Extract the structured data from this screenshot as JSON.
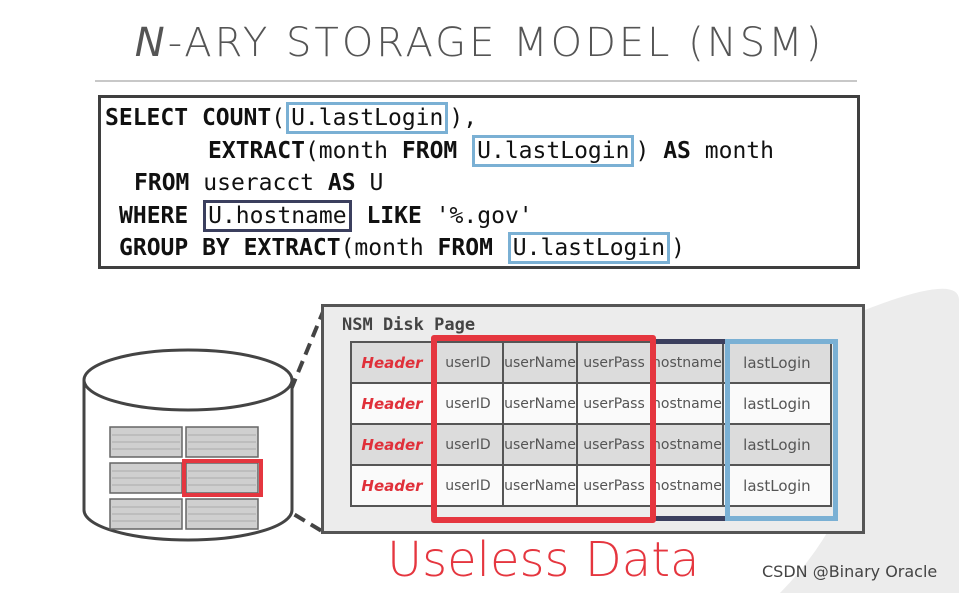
{
  "slide": {
    "title_prefix": "N",
    "title_rest": "-ARY STORAGE MODEL (NSM)"
  },
  "sql": {
    "kw_select": "SELECT",
    "kw_count": "COUNT",
    "t_lparen": "(",
    "hl_lastlogin": "U.lastLogin",
    "t_rparen_comma": "),",
    "kw_extract": "EXTRACT",
    "t_month_paren": "(month",
    "kw_from": "FROM",
    "t_rparen": ")",
    "kw_as": "AS",
    "t_month": "month",
    "t_useracct": "useracct",
    "t_u": "U",
    "kw_where": "WHERE",
    "hl_hostname": "U.hostname",
    "kw_like": "LIKE",
    "t_pattern": "'%.gov'",
    "kw_groupby": "GROUP BY"
  },
  "page": {
    "title": "NSM Disk Page",
    "rows": [
      {
        "header": "Header",
        "cells": [
          "userID",
          "userName",
          "userPass",
          "hostname",
          "lastLogin"
        ]
      },
      {
        "header": "Header",
        "cells": [
          "userID",
          "userName",
          "userPass",
          "hostname",
          "lastLogin"
        ]
      },
      {
        "header": "Header",
        "cells": [
          "userID",
          "userName",
          "userPass",
          "hostname",
          "lastLogin"
        ]
      },
      {
        "header": "Header",
        "cells": [
          "userID",
          "userName",
          "userPass",
          "hostname",
          "lastLogin"
        ]
      }
    ]
  },
  "callout": "Useless Data",
  "watermark": "CSDN @Binary Oracle",
  "colors": {
    "red": "#e5363f",
    "blue": "#7ab0d4",
    "navy": "#3b3f5e",
    "dark": "#3f3f3f"
  }
}
